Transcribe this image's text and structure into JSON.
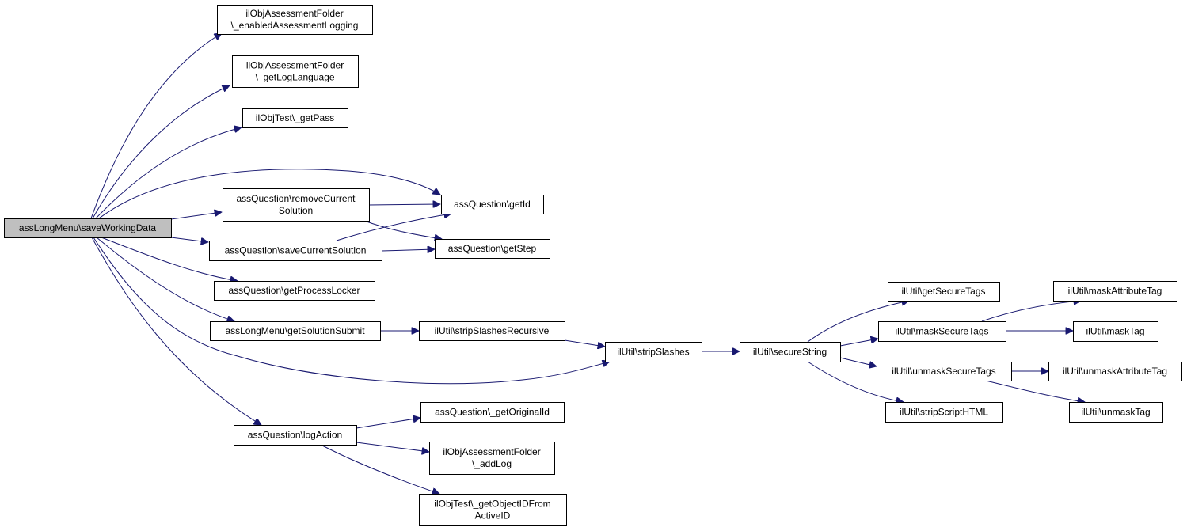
{
  "nodes": [
    {
      "id": "root",
      "lines": [
        "assLongMenu\\saveWorkingData"
      ],
      "root": true
    },
    {
      "id": "enabledLogging",
      "lines": [
        "ilObjAssessmentFolder",
        "\\_enabledAssessmentLogging"
      ]
    },
    {
      "id": "getLogLanguage",
      "lines": [
        "ilObjAssessmentFolder",
        "\\_getLogLanguage"
      ]
    },
    {
      "id": "getPass",
      "lines": [
        "ilObjTest\\_getPass"
      ]
    },
    {
      "id": "removeCurrentSolution",
      "lines": [
        "assQuestion\\removeCurrent",
        "Solution"
      ]
    },
    {
      "id": "getId",
      "lines": [
        "assQuestion\\getId"
      ]
    },
    {
      "id": "saveCurrentSolution",
      "lines": [
        "assQuestion\\saveCurrentSolution"
      ]
    },
    {
      "id": "getStep",
      "lines": [
        "assQuestion\\getStep"
      ]
    },
    {
      "id": "getProcessLocker",
      "lines": [
        "assQuestion\\getProcessLocker"
      ]
    },
    {
      "id": "getSolutionSubmit",
      "lines": [
        "assLongMenu\\getSolutionSubmit"
      ]
    },
    {
      "id": "stripSlashesRecursive",
      "lines": [
        "ilUtil\\stripSlashesRecursive"
      ]
    },
    {
      "id": "stripSlashes",
      "lines": [
        "ilUtil\\stripSlashes"
      ]
    },
    {
      "id": "secureString",
      "lines": [
        "ilUtil\\secureString"
      ]
    },
    {
      "id": "getSecureTags",
      "lines": [
        "ilUtil\\getSecureTags"
      ]
    },
    {
      "id": "maskSecureTags",
      "lines": [
        "ilUtil\\maskSecureTags"
      ]
    },
    {
      "id": "unmaskSecureTags",
      "lines": [
        "ilUtil\\unmaskSecureTags"
      ]
    },
    {
      "id": "stripScriptHTML",
      "lines": [
        "ilUtil\\stripScriptHTML"
      ]
    },
    {
      "id": "maskAttributeTag",
      "lines": [
        "ilUtil\\maskAttributeTag"
      ]
    },
    {
      "id": "maskTag",
      "lines": [
        "ilUtil\\maskTag"
      ]
    },
    {
      "id": "unmaskAttributeTag",
      "lines": [
        "ilUtil\\unmaskAttributeTag"
      ]
    },
    {
      "id": "unmaskTag",
      "lines": [
        "ilUtil\\unmaskTag"
      ]
    },
    {
      "id": "logAction",
      "lines": [
        "assQuestion\\logAction"
      ]
    },
    {
      "id": "getOriginalId",
      "lines": [
        "assQuestion\\_getOriginalId"
      ]
    },
    {
      "id": "addLog",
      "lines": [
        "ilObjAssessmentFolder",
        "\\_addLog"
      ]
    },
    {
      "id": "getObjectIDFromActiveID",
      "lines": [
        "ilObjTest\\_getObjectIDFrom",
        "ActiveID"
      ]
    }
  ],
  "edges": [
    {
      "from": "root",
      "to": "enabledLogging"
    },
    {
      "from": "root",
      "to": "getLogLanguage"
    },
    {
      "from": "root",
      "to": "getPass"
    },
    {
      "from": "root",
      "to": "getId"
    },
    {
      "from": "root",
      "to": "removeCurrentSolution"
    },
    {
      "from": "root",
      "to": "saveCurrentSolution"
    },
    {
      "from": "root",
      "to": "getProcessLocker"
    },
    {
      "from": "root",
      "to": "getSolutionSubmit"
    },
    {
      "from": "root",
      "to": "stripSlashes"
    },
    {
      "from": "root",
      "to": "logAction"
    },
    {
      "from": "removeCurrentSolution",
      "to": "getId"
    },
    {
      "from": "removeCurrentSolution",
      "to": "getStep"
    },
    {
      "from": "saveCurrentSolution",
      "to": "getId"
    },
    {
      "from": "saveCurrentSolution",
      "to": "getStep"
    },
    {
      "from": "getSolutionSubmit",
      "to": "stripSlashesRecursive"
    },
    {
      "from": "stripSlashesRecursive",
      "to": "stripSlashes"
    },
    {
      "from": "stripSlashes",
      "to": "secureString"
    },
    {
      "from": "secureString",
      "to": "getSecureTags"
    },
    {
      "from": "secureString",
      "to": "maskSecureTags"
    },
    {
      "from": "secureString",
      "to": "unmaskSecureTags"
    },
    {
      "from": "secureString",
      "to": "stripScriptHTML"
    },
    {
      "from": "maskSecureTags",
      "to": "maskAttributeTag"
    },
    {
      "from": "maskSecureTags",
      "to": "maskTag"
    },
    {
      "from": "unmaskSecureTags",
      "to": "unmaskAttributeTag"
    },
    {
      "from": "unmaskSecureTags",
      "to": "unmaskTag"
    },
    {
      "from": "logAction",
      "to": "getOriginalId"
    },
    {
      "from": "logAction",
      "to": "addLog"
    },
    {
      "from": "logAction",
      "to": "getObjectIDFromActiveID"
    }
  ],
  "colors": {
    "edge": "#191970",
    "root_fill": "#bfbfbf",
    "node_fill": "#ffffff",
    "node_stroke": "#000000"
  }
}
